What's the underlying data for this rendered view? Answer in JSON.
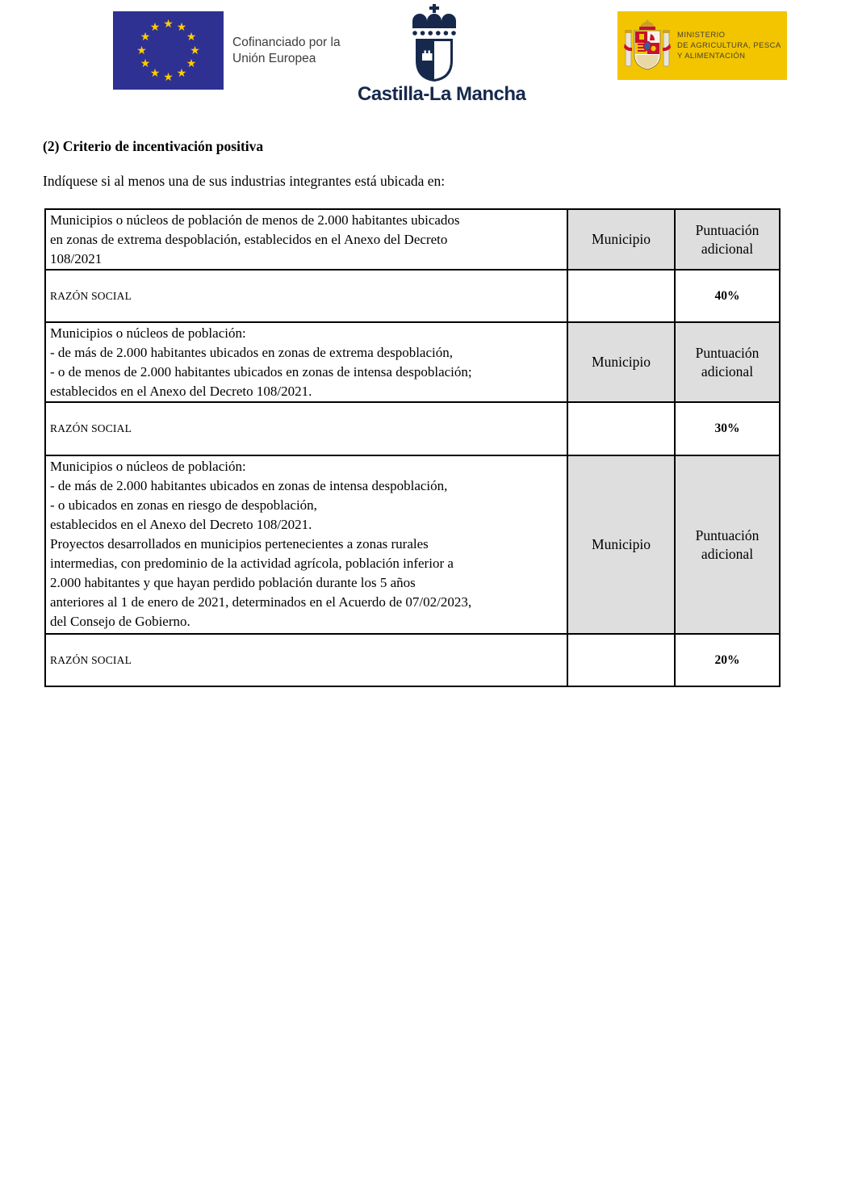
{
  "logos": {
    "eu": {
      "flag_color": "#2e3192",
      "star_color": "#ffcc00",
      "star_glyph": "★",
      "caption": "Cofinanciado por la\nUnión Europea"
    },
    "castilla_la_mancha": {
      "wordmark": "Castilla-La Mancha",
      "color": "#16294d",
      "shield_icon": "clm-crowned-shield"
    },
    "ministry": {
      "background": "#f2c500",
      "arms_icon": "spain-coat-of-arms",
      "lines": [
        "MINISTERIO",
        "DE AGRICULTURA, PESCA",
        "Y ALIMENTACIÓN"
      ]
    }
  },
  "section": {
    "heading": "(2) Criterio de incentivación positiva",
    "intro": "Indíquese si al menos una de sus industrias integrantes está ubicada en:"
  },
  "table": {
    "municipio_label": "Municipio",
    "puntuacion_label": "Puntuación adicional",
    "razon_social_label": "RAZÓN SOCIAL",
    "blocks": [
      {
        "criterion": "Municipios o núcleos de población de menos de 2.000 habitantes ubicados\nen zonas de extrema despoblación, establecidos en el Anexo del Decreto\n108/2021",
        "score": "40%"
      },
      {
        "criterion": "Municipios o núcleos de población:\n- de más de 2.000 habitantes ubicados en zonas de extrema despoblación,\n- o de menos de 2.000 habitantes ubicados en zonas de intensa despoblación;\nestablecidos en el Anexo del Decreto 108/2021.",
        "score": "30%"
      },
      {
        "criterion": "Municipios o núcleos de población:\n- de más de 2.000 habitantes ubicados en zonas de intensa despoblación,\n- o ubicados en zonas en riesgo de despoblación,\nestablecidos en el Anexo del Decreto 108/2021.\nProyectos desarrollados en municipios pertenecientes a zonas rurales\nintermedias, con predominio de la actividad agrícola, población inferior a\n2.000 habitantes y que hayan perdido población durante los 5 años\nanteriores al 1 de enero de 2021, determinados en el Acuerdo de 07/02/2023,\ndel Consejo de Gobierno.",
        "score": "20%"
      }
    ]
  }
}
